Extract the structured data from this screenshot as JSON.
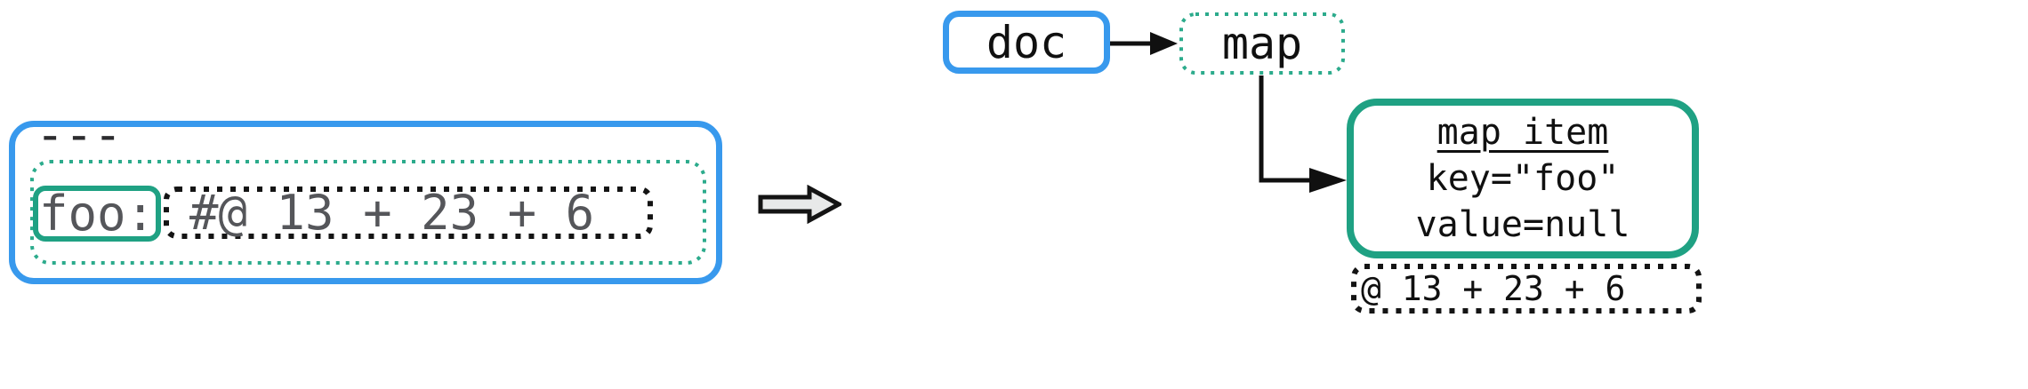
{
  "source_block": {
    "document_marker": "---",
    "key": "foo:",
    "comment_expression": "#@ 13 + 23 + 6"
  },
  "tree": {
    "doc_node_label": "doc",
    "map_node_label": "map",
    "map_item_node": {
      "title": "map item",
      "key_attr": "key=\"foo\"",
      "value_attr": "value=null"
    },
    "annotation_label": "@ 13 + 23 + 6"
  },
  "icons": {
    "transform_arrow": "block-arrow-right-icon",
    "doc_to_map_arrow": "arrow-right-icon",
    "map_to_map_item_arrow": "elbow-arrow-icon"
  },
  "colors": {
    "blue_border": "#3899ED",
    "green_border": "#1FA183",
    "green_dotted_border": "#2CAB8C",
    "black_dotted_border": "#141414",
    "gray_text": "#55565A",
    "dark_text": "#101010",
    "dark_marker_text": "#2C2C2F",
    "arrow_fill": "#E8E9E9"
  }
}
